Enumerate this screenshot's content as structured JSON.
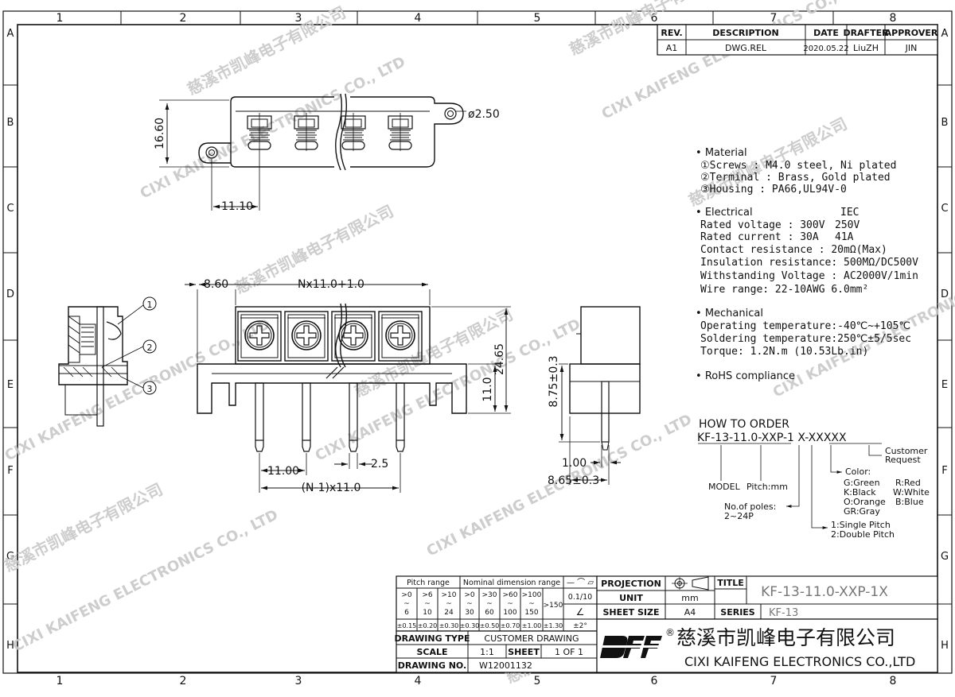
{
  "frame": {
    "cols": [
      "1",
      "2",
      "3",
      "4",
      "5",
      "6",
      "7",
      "8"
    ],
    "rows": [
      "A",
      "B",
      "C",
      "D",
      "E",
      "F",
      "G",
      "H"
    ]
  },
  "revision": {
    "headers": [
      "REV.",
      "DESCRIPTION",
      "DATE",
      "DRAFTER",
      "APPROVER"
    ],
    "row": [
      "A1",
      "DWG.REL",
      "2020.05.22",
      "LiuZH",
      "JIN"
    ]
  },
  "watermark": {
    "cn": "慈溪市凯峰电子有限公司",
    "en": "CIXI KAIFENG ELECTRONICS CO., LTD",
    "logo": "KAIFENG"
  },
  "views": {
    "top": {
      "dim_height": "16.60",
      "dim_hole": "ø2.50",
      "dim_offset": "11.10"
    },
    "side": {
      "callouts": [
        "1",
        "2",
        "3"
      ]
    },
    "front": {
      "dim_left": "8.60",
      "dim_span": "Nx11.0+1.0",
      "dim_height_total": "24.65",
      "dim_height_body": "11.0",
      "dim_pin_pitch": "11.00",
      "dim_pin_gap": "2.5",
      "dim_pins_total": "(N-1)x11.0"
    },
    "right": {
      "dim_pin_len": "8.75±0.3",
      "dim_pin_w": "1.00",
      "dim_depth": "8.65±0.3"
    }
  },
  "specs": {
    "material_head": "Material",
    "material": [
      "①Screws : M4.0 steel, Ni plated",
      "②Terminal : Brass, Gold plated",
      "③Housing : PA66,UL94V-0"
    ],
    "electrical_head": "Electrical",
    "electrical_col": "IEC",
    "electrical": [
      [
        "Rated voltage : 300V",
        "250V"
      ],
      [
        "Rated current : 30A",
        "41A"
      ],
      [
        "Contact resistance : 20mΩ(Max)",
        ""
      ],
      [
        "Insulation resistance: 500MΩ/DC500V",
        ""
      ],
      [
        "Withstanding Voltage : AC2000V/1min",
        ""
      ],
      [
        "Wire range: 22-10AWG   6.0mm²",
        ""
      ]
    ],
    "mechanical_head": "Mechanical",
    "mechanical": [
      "Operating temperature:-40℃~+105℃",
      "Soldering temperature:250℃±5/5sec",
      "Torque: 1.2N.m (10.53Lb.in)"
    ],
    "rohs": "RoHS compliance"
  },
  "order": {
    "title": "HOW TO ORDER",
    "code": "KF-13-11.0-XXP-1 X-XXXXX",
    "customer": [
      "Customer",
      "Request"
    ],
    "color_head": "Color:",
    "colors": [
      "G:Green",
      "R:Red",
      "K:Black",
      "W:White",
      "O:Orange",
      "B:Blue",
      "GR:Gray"
    ],
    "model": "MODEL",
    "pitch": "Pitch:mm",
    "poles": [
      "No.of poles:",
      "2~24P"
    ],
    "pitch_type": [
      "1:Single Pitch",
      "2:Double Pitch"
    ]
  },
  "tolerance": {
    "pitch_range": "Pitch range",
    "nominal": "Nominal dimension range",
    "pitch_cols": [
      ">0 ~ 6",
      ">6 ~ 10",
      ">10 ~ 24"
    ],
    "nom_cols": [
      ">0 ~ 30",
      ">30 ~ 60",
      ">60 ~ 100",
      ">100 ~ 150",
      ">150"
    ],
    "values": [
      "±0.15",
      "±0.20",
      "±0.30",
      "±0.30",
      "±0.50",
      "±0.70",
      "±1.00",
      "±1.30"
    ],
    "flat": "0.1/10",
    "angle": "±2°",
    "symbols": "— ⌒ ▱",
    "angle_sym": "∠"
  },
  "titleblock": {
    "projection": "PROJECTION",
    "unit_label": "UNIT",
    "unit": "mm",
    "sheet_size_label": "SHEET SIZE",
    "sheet_size": "A4",
    "title_label": "TITLE",
    "title": "KF-13-11.0-XXP-1X",
    "series_label": "SERIES",
    "series": "KF-13",
    "drawing_type_label": "DRAWING TYPE",
    "drawing_type": "CUSTOMER DRAWING",
    "scale_label": "SCALE",
    "scale": "1:1",
    "sheet_label": "SHEET",
    "sheet": "1  OF  1",
    "drawing_no_label": "DRAWING NO.",
    "drawing_no": "W12001132",
    "company_cn": "慈溪市凯峰电子有限公司",
    "company_en": "CIXI KAIFENG ELECTRONICS CO.,LTD",
    "logo": "DFF",
    "reg": "®"
  },
  "colors": {
    "line": "#111111",
    "watermark": "#c8c8c8",
    "logo_red": "#d33a3a"
  }
}
